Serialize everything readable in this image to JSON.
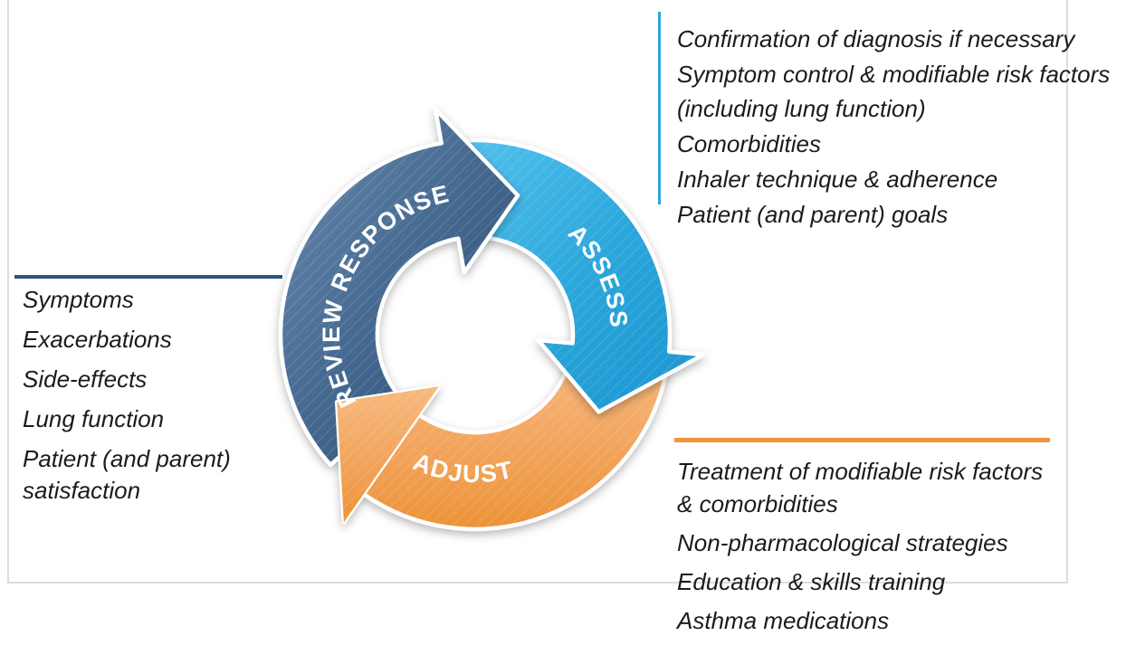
{
  "background_color": "#FFFFFF",
  "frame": {
    "border_color": "#DCDCDC"
  },
  "cycle": {
    "assess": {
      "label": "ASSESS",
      "arrow_color": "#2BA7DB",
      "connector_color": "#2BA7DB",
      "notes": [
        "Confirmation of diagnosis if necessary",
        "Symptom control & modifiable risk factors (including lung function)",
        "Comorbidities",
        "Inhaler technique & adherence",
        "Patient (and parent) goals"
      ]
    },
    "adjust": {
      "label": "ADJUST",
      "arrow_color": "#F2A45C",
      "connector_color": "#F0953F",
      "notes": [
        "Treatment of modifiable risk factors & comorbidities",
        "Non-pharmacological strategies",
        "Education & skills training",
        "Asthma medications"
      ]
    },
    "review_response": {
      "label": "REVIEW RESPONSE",
      "arrow_color": "#44688F",
      "connector_color": "#2A567F",
      "notes": [
        "Symptoms",
        "Exacerbations",
        "Side-effects",
        "Lung function",
        "Patient (and parent) satisfaction"
      ]
    }
  }
}
